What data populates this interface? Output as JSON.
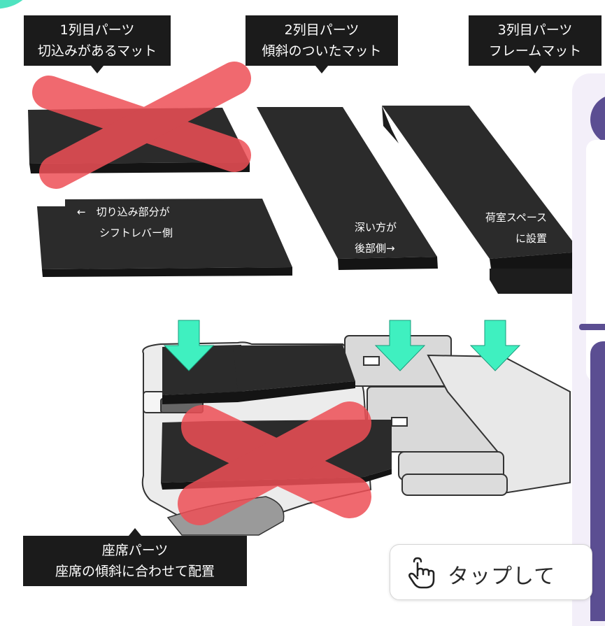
{
  "labels": {
    "row1": {
      "line1": "1列目パーツ",
      "line2": "切込みがあるマット"
    },
    "row2": {
      "line1": "2列目パーツ",
      "line2": "傾斜のついたマット"
    },
    "row3": {
      "line1": "3列目パーツ",
      "line2": "フレームマット"
    },
    "seat": {
      "line1": "座席パーツ",
      "line2": "座席の傾斜に合わせて配置"
    }
  },
  "mat_notes": {
    "cut": {
      "line1": "←　切り込み部分が",
      "line2": "シフトレバー側"
    },
    "slope": {
      "line1": "深い方が",
      "line2": "後部側→"
    },
    "frame": {
      "line1": "荷室スペース",
      "line2": "に設置"
    }
  },
  "tap_button": {
    "label": "タップして",
    "icon": "tap-hand-icon"
  },
  "colors": {
    "mat": "#2b2b2b",
    "arrow": "#3ff0c0",
    "cross": "#ee4f56",
    "label_bg": "#1b1b1b",
    "panel_accent": "#5b4e92"
  }
}
